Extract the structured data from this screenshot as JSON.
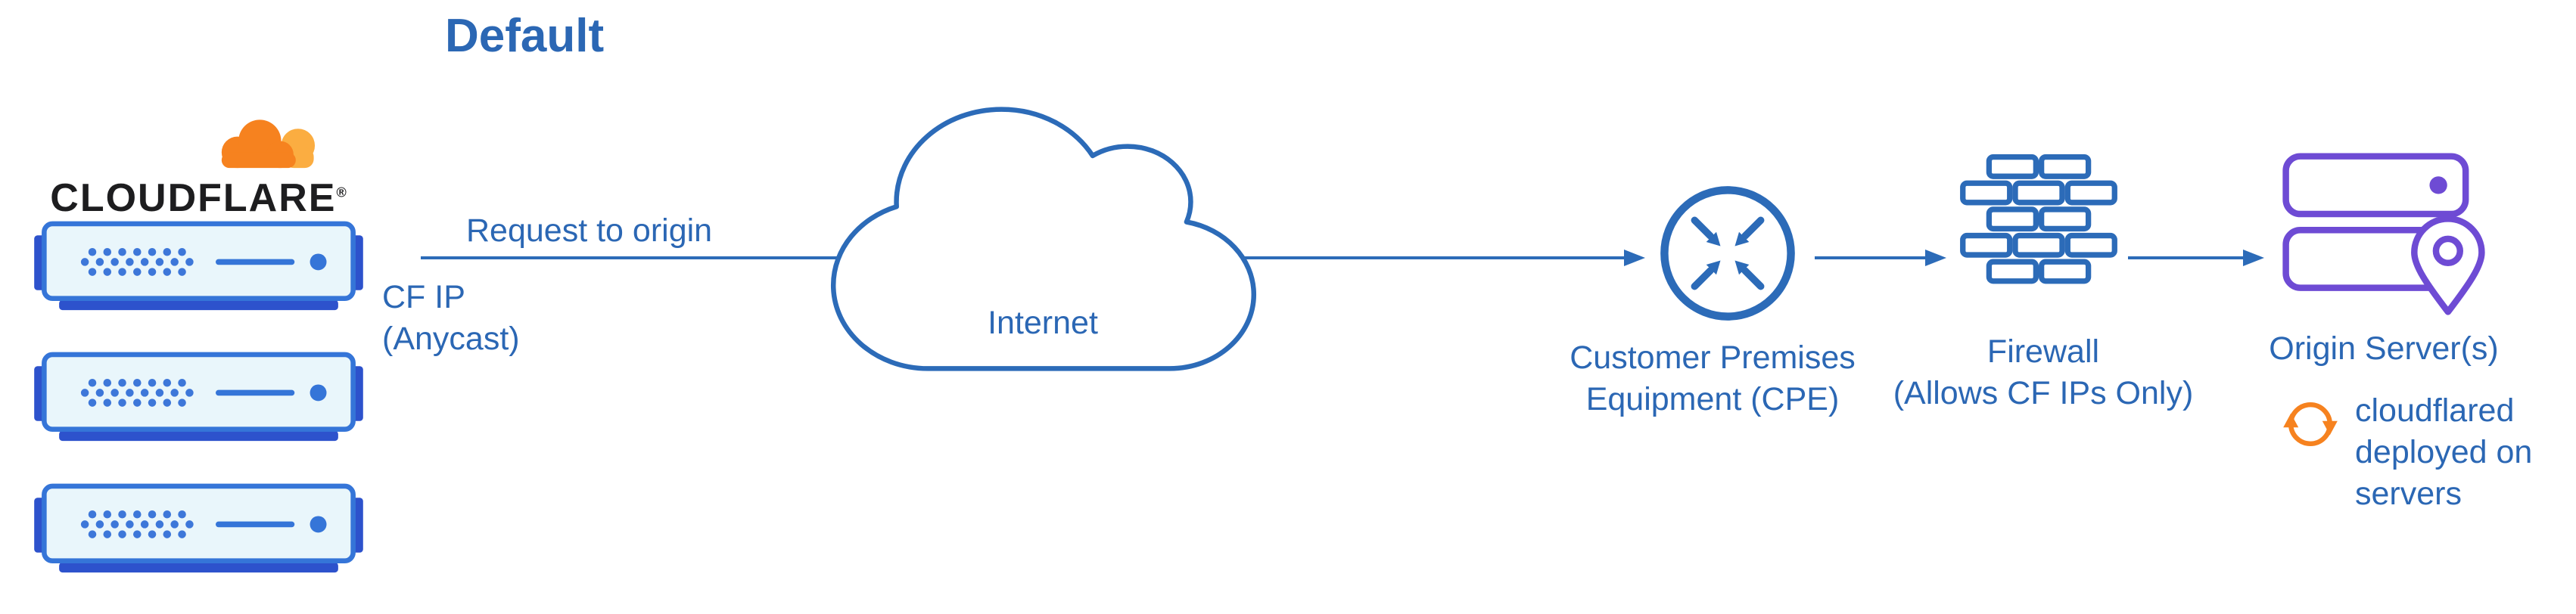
{
  "diagram": {
    "title": "Default"
  },
  "brand": {
    "wordmark": "CLOUDFLARE",
    "registered_mark": "®"
  },
  "labels": {
    "request": "Request to origin",
    "cf_ip": [
      "CF IP",
      "(Anycast)"
    ],
    "internet": "Internet",
    "cpe": [
      "Customer Premises",
      "Equipment (CPE)"
    ],
    "firewall": [
      "Firewall",
      "(Allows CF IPs Only)"
    ],
    "origin": "Origin Server(s)",
    "cloudflared": [
      "cloudflared",
      "deployed on",
      "servers"
    ]
  },
  "icons": {
    "cloudflare_logo_cloud_icon": "orange cloudflare cloud",
    "edge_server_icon": "cloudflare edge server rack (x3)",
    "internet_cloud_icon": "blue outline internet cloud",
    "cpe_router_icon": "circle with converging arrows",
    "firewall_icon": "blue brick wall",
    "origin_servers_icon": "stacked purple servers with location pin",
    "cloudflared_sync_icon": "orange circular sync arrows"
  },
  "colors": {
    "text_blue": "#2b67b4",
    "line_blue": "#2c6bb8",
    "server_border_blue": "#3575d8",
    "server_fill": "#e9f6fb",
    "server_dark_blue": "#2d52cc",
    "orange": "#f6821f",
    "orange_light": "#fbad41",
    "purple": "#6e4bd4",
    "wordmark_black": "#1d1d1f",
    "background": "#ffffff"
  }
}
